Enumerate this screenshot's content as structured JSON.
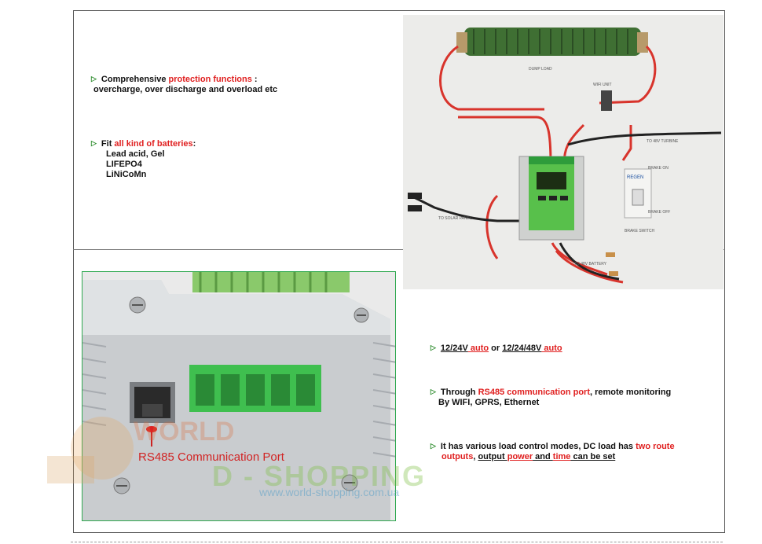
{
  "top_left": {
    "bullet1": {
      "prefix": "Comprehensive ",
      "highlight": "protection functions",
      "suffix": " :",
      "line2": "overcharge, over discharge and overload etc"
    },
    "bullet2": {
      "prefix": "Fit ",
      "highlight": "all kind of batteries",
      "suffix": ":",
      "items": [
        "Lead acid, Gel",
        "LIFEPO4",
        "LiNiCoMn"
      ]
    }
  },
  "bottom_right": {
    "bullet1": {
      "part1": "12/24V",
      "part2": " auto",
      "part3": " or ",
      "part4": "12/24/48V",
      "part5": " auto"
    },
    "bullet2": {
      "prefix": "Through ",
      "highlight": "RS485 communication port",
      "suffix": ", remote monitoring",
      "line2": "By WIFI, GPRS, Ethernet"
    },
    "bullet3": {
      "prefix": "It has various load control modes, DC load has ",
      "highlight": "two route",
      "line2_highlight": "outputs",
      "line2_mid1": ", ",
      "line2_part1": "output ",
      "line2_red1": "power",
      "line2_mid2": " and ",
      "line2_red2": "time",
      "line2_end": " can be set"
    }
  },
  "photo_top_labels": {
    "dump_load": "DUMP LOAD",
    "wifi_unit": "WIFI UNIT",
    "to_turbine": "TO 48V TURBINE",
    "to_solar": "TO SOLAR PANEL",
    "brake_on": "BRAKE ON",
    "brake_off": "BRAKE OFF",
    "brake_switch": "BRAKE SWITCH",
    "to_battery": "TO 48V BATTERY",
    "breaker_brand": "REGEN"
  },
  "photo_bottom": {
    "rs485_label": "RS485 Communication Port"
  },
  "watermark": {
    "logo_text": "WORLD",
    "brand": "D - SHOPPING",
    "url": "www.world-shopping.com.ua"
  },
  "colors": {
    "accent_red": "#e02020",
    "bullet_green": "#2a8a2a",
    "terminal_green": "#3fbf4f"
  }
}
